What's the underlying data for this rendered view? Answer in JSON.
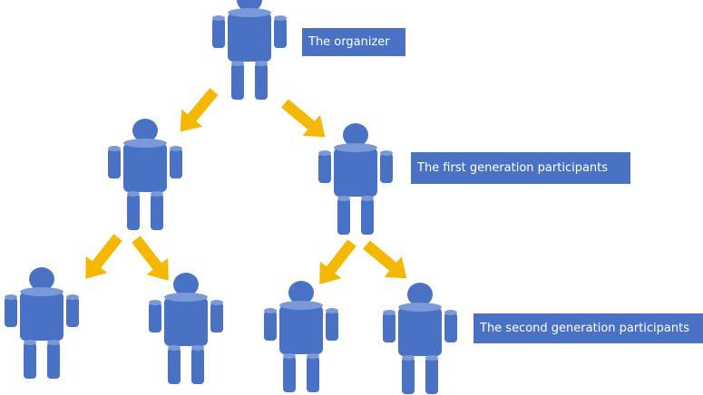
{
  "labels": {
    "organizer": "The organizer",
    "first_generation": "The first generation participants",
    "second_generation": "The second generation participants"
  },
  "colors": {
    "figure_body": "#4a72c4",
    "figure_highlight": "#7b99d8",
    "figure_stroke": "#3b5fa8",
    "arrow": "#f5b800",
    "label_background": "#4a72c4",
    "label_text": "#ffffff"
  }
}
